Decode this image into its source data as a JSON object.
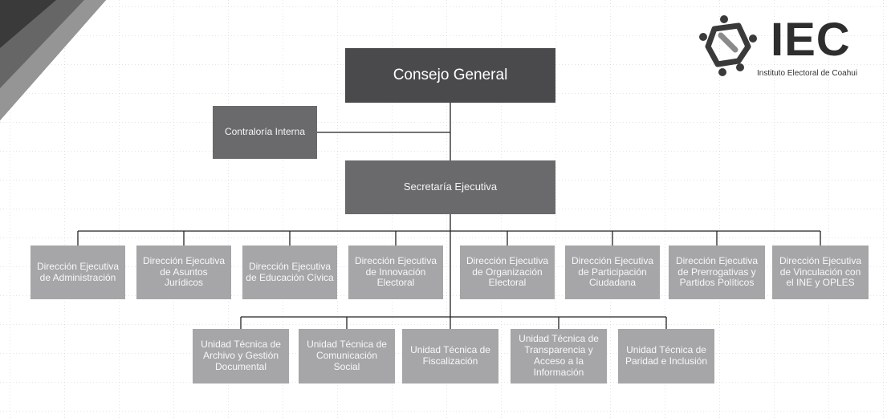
{
  "logo": {
    "acronym": "IEC",
    "name": "Instituto Electoral de Coahui"
  },
  "chart": {
    "top": "Consejo General",
    "contraloria": "Contraloría Interna",
    "secretaria": "Secretaría Ejecutiva",
    "direcciones": [
      "Dirección Ejecutiva de Administración",
      "Dirección Ejecutiva de Asuntos Jurídicos",
      "Dirección Ejecutiva de Educación Cívica",
      "Dirección Ejecutiva de Innovación Electoral",
      "Dirección Ejecutiva de Organización Electoral",
      "Dirección Ejecutiva de Participación Ciudadana",
      "Dirección Ejecutiva de Prerrogativas y Partidos Políticos",
      "Dirección Ejecutiva de Vinculación con el INE y OPLES"
    ],
    "unidades": [
      "Unidad Técnica de Archivo y Gestión Documental",
      "Unidad Técnica de Comunicación Social",
      "Unidad Técnica de Fiscalización",
      "Unidad Técnica de Transparencia y Acceso a la Información",
      "Unidad Técnica de Paridad e Inclusión"
    ]
  },
  "colors": {
    "top_box": "#4a4a4c",
    "second_box": "#6a6a6c",
    "leaf_box": "#a6a6a8",
    "connector": "#222222"
  }
}
